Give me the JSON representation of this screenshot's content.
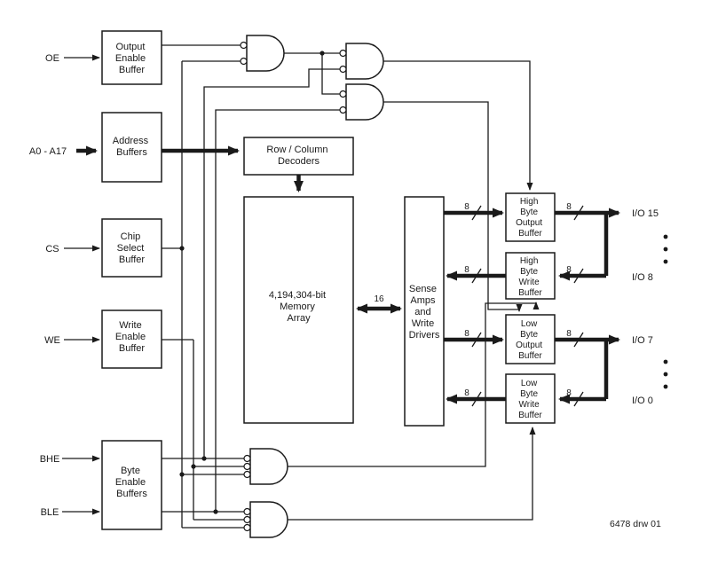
{
  "signals": {
    "oe": "OE",
    "addr": "A0 - A17",
    "cs": "CS",
    "we": "WE",
    "bhe": "BHE",
    "ble": "BLE"
  },
  "blocks": {
    "output_enable_buffer": [
      "Output",
      "Enable",
      "Buffer"
    ],
    "address_buffers": [
      "Address",
      "Buffers"
    ],
    "chip_select_buffer": [
      "Chip",
      "Select",
      "Buffer"
    ],
    "write_enable_buffer": [
      "Write",
      "Enable",
      "Buffer"
    ],
    "byte_enable_buffers": [
      "Byte",
      "Enable",
      "Buffers"
    ],
    "row_column_decoders": [
      "Row / Column",
      "Decoders"
    ],
    "memory_array": [
      "4,194,304-bit",
      "Memory",
      "Array"
    ],
    "sense_amps": [
      "Sense",
      "Amps",
      "and",
      "Write",
      "Drivers"
    ],
    "high_byte_output_buffer": [
      "High",
      "Byte",
      "Output",
      "Buffer"
    ],
    "high_byte_write_buffer": [
      "High",
      "Byte",
      "Write",
      "Buffer"
    ],
    "low_byte_output_buffer": [
      "Low",
      "Byte",
      "Output",
      "Buffer"
    ],
    "low_byte_write_buffer": [
      "Low",
      "Byte",
      "Write",
      "Buffer"
    ]
  },
  "buses": {
    "byte_width": "8",
    "word_width": "16"
  },
  "io": {
    "io15": "I/O 15",
    "io8": "I/O 8",
    "io7": "I/O 7",
    "io0": "I/O 0"
  },
  "footer": "6478 drw 01",
  "colors": {
    "line": "#1a1a1a",
    "background": "#ffffff"
  }
}
